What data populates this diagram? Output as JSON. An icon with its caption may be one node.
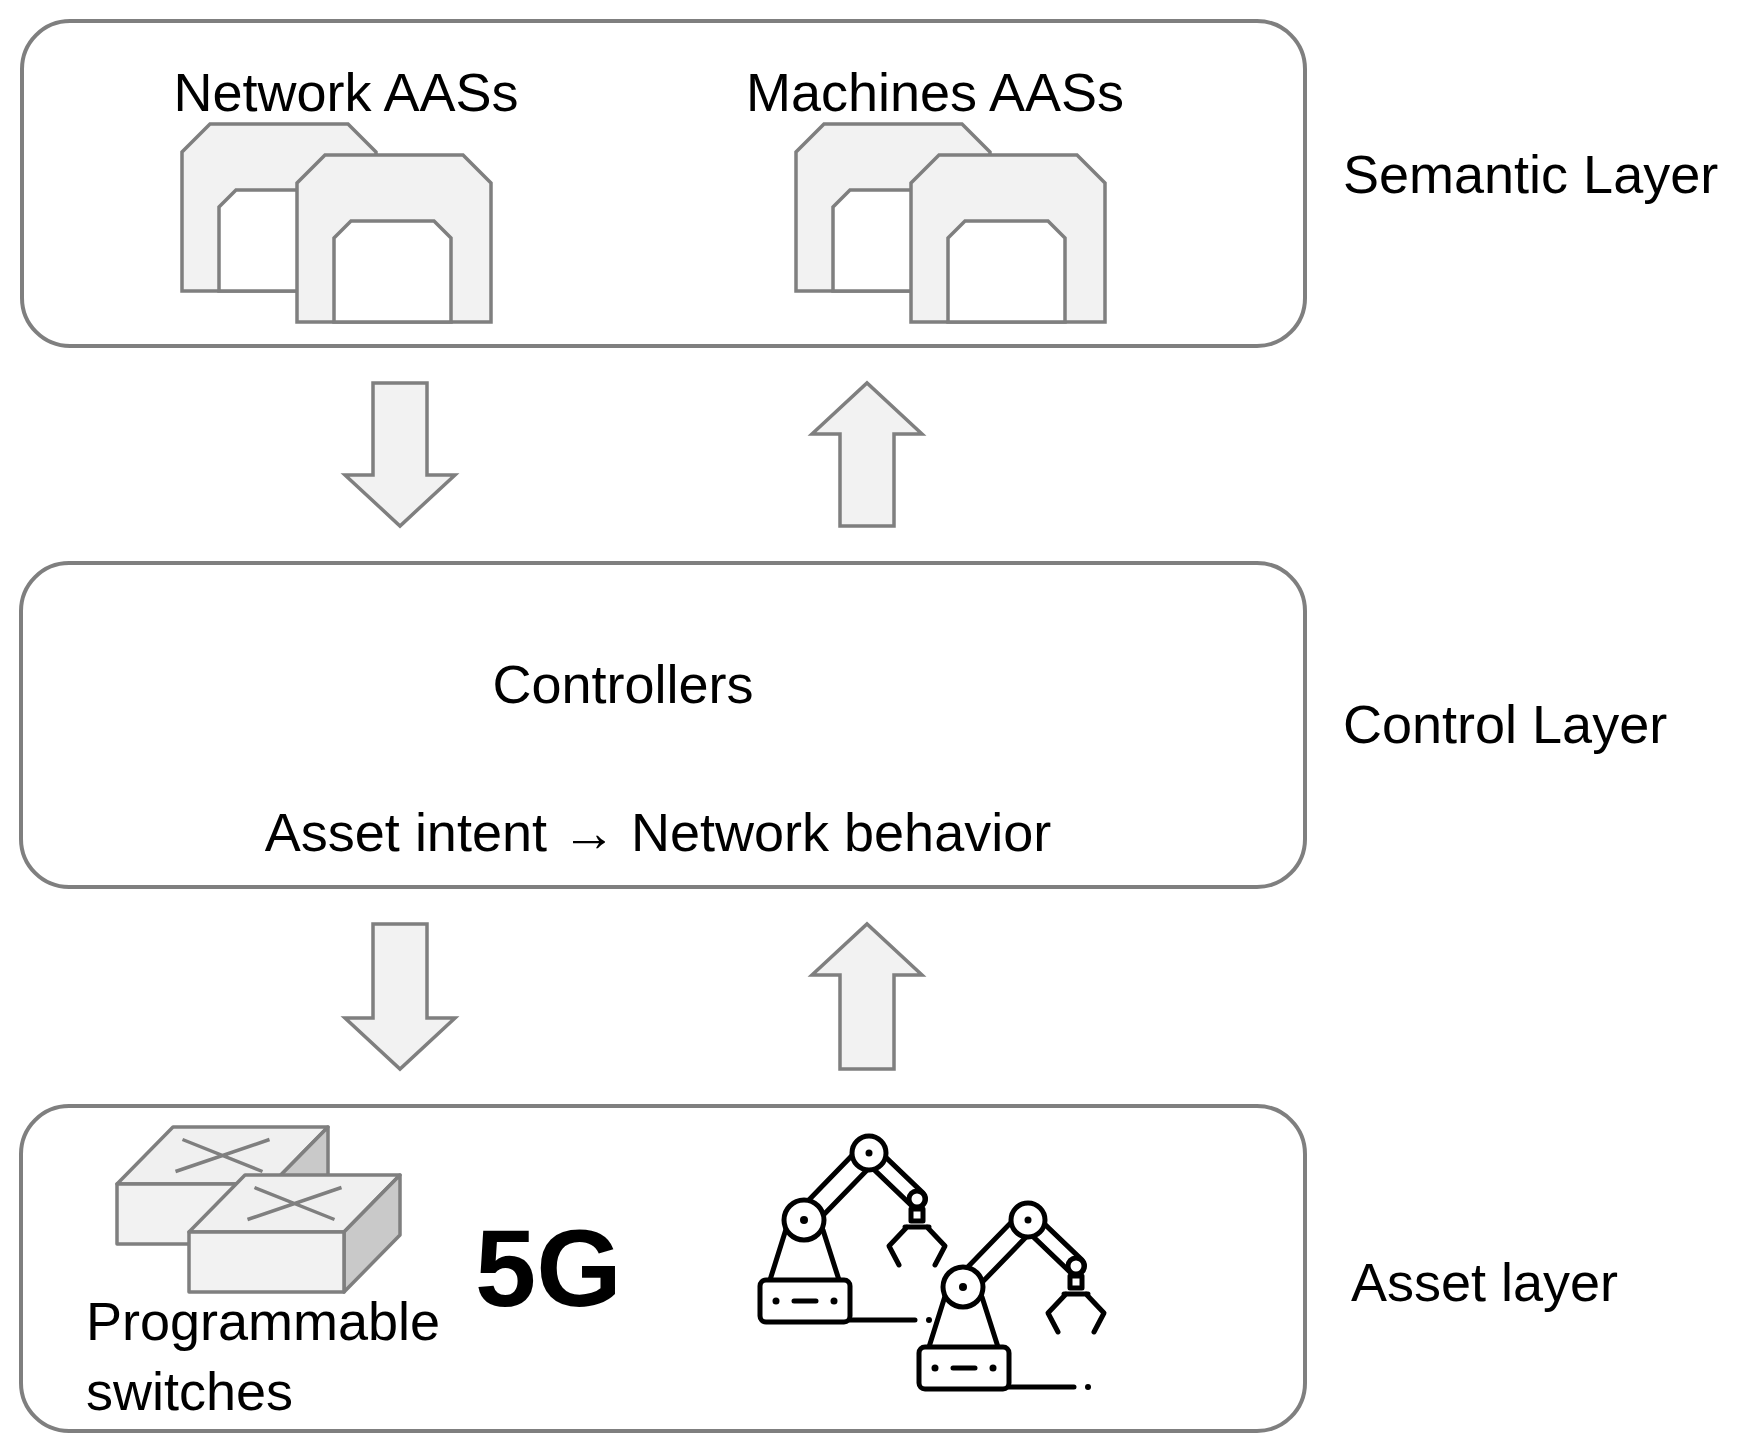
{
  "diagram": {
    "nodes": [
      {
        "text": [],
        "shape": "box",
        "beside": [
          "Semantic Layer"
        ]
      },
      {
        "text": [
          "Network AASs"
        ],
        "in": 0
      },
      {
        "text": [
          "Machines AASs"
        ],
        "in": 0
      },
      {
        "text": [
          "Controllers",
          "Asset intent → Network behavior"
        ],
        "beside": [
          "Control Layer"
        ]
      },
      {
        "text": [],
        "shape": "box",
        "beside": [
          "Asset layer"
        ]
      },
      {
        "text": [
          "Programmable switches"
        ],
        "in": 4
      }
    ],
    "edges": [
      {
        "from": 0,
        "to": 3,
        "arrow": "to"
      },
      {
        "from": 3,
        "to": 0,
        "arrow": "to"
      },
      {
        "from": 3,
        "to": 4,
        "arrow": "to"
      },
      {
        "from": 4,
        "to": 3,
        "arrow": "to"
      }
    ],
    "labels": [
      "5G"
    ]
  }
}
